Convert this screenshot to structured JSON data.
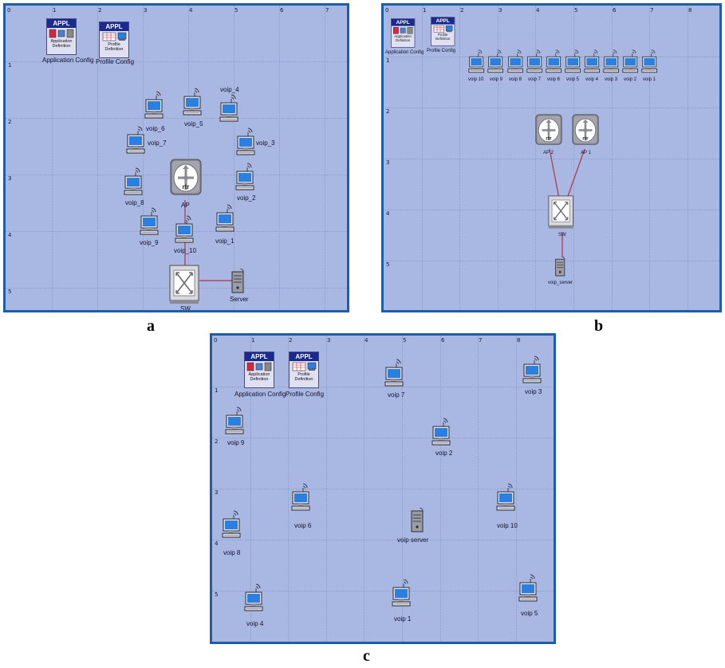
{
  "captions": {
    "a": "a",
    "b": "b",
    "c": "c"
  },
  "icons": {
    "appl": "APPL",
    "rtr": "rtr",
    "app_def": "Application Definition",
    "prof_def": "Profile Definition"
  },
  "panel_a": {
    "ticks_x": [
      "0",
      "1",
      "2",
      "3",
      "4",
      "5",
      "6",
      "7"
    ],
    "ticks_y": [
      "1",
      "2",
      "3",
      "4",
      "5"
    ],
    "app_config": "Application Config",
    "profile_config": "Profile Config",
    "voip": [
      "voip_4",
      "voip_5",
      "voip_6",
      "voip_7",
      "voip_3",
      "voip_8",
      "voip_2",
      "voip_9",
      "voip_10",
      "voip_1"
    ],
    "ap": "AP",
    "sw": "SW",
    "server": "Server"
  },
  "panel_b": {
    "ticks_x": [
      "0",
      "1",
      "2",
      "3",
      "4",
      "5",
      "6",
      "7",
      "8"
    ],
    "ticks_y": [
      "1",
      "2",
      "3",
      "4",
      "5"
    ],
    "app_config": "Application Config",
    "profile_config": "Profile Config",
    "voip": [
      "voip 10",
      "voip 9",
      "voip 8",
      "voip 7",
      "voip 6",
      "voip 5",
      "voip 4",
      "voip 3",
      "voip 2",
      "voip 1"
    ],
    "ap2": "AP 2",
    "ap1": "AP 1",
    "sw": "SW",
    "server": "voip_server"
  },
  "panel_c": {
    "ticks_x": [
      "0",
      "1",
      "2",
      "3",
      "4",
      "5",
      "6",
      "7",
      "8"
    ],
    "ticks_y": [
      "1",
      "2",
      "3",
      "4",
      "5"
    ],
    "app_config": "Application Config",
    "profile_config": "Profile Config",
    "voip": [
      "voip 7",
      "voip 3",
      "voip 9",
      "voip 2",
      "voip 6",
      "voip 10",
      "voip 8",
      "voip server",
      "voip 4",
      "voip 1",
      "voip 5"
    ]
  },
  "colors": {
    "canvas": "#a9b8e3",
    "border": "#1e5ea8",
    "link": "#b0314a",
    "screen": "#2a7fe0"
  }
}
